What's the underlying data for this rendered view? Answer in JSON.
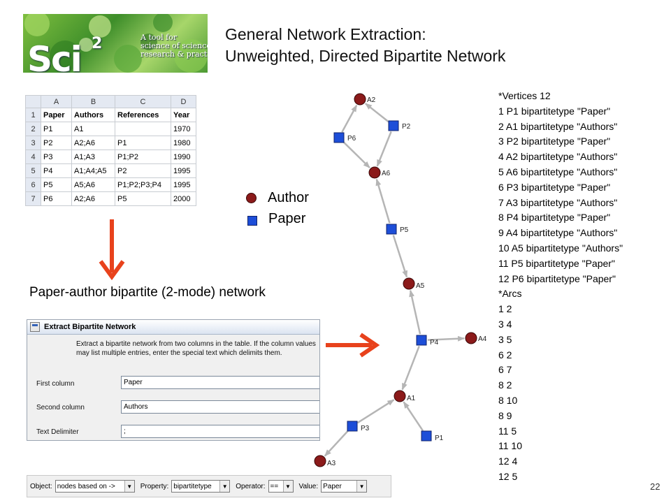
{
  "logo": {
    "word": "Sci",
    "superscript": "2",
    "tagline": [
      "A tool for",
      "science of science",
      "research & practice"
    ]
  },
  "title": {
    "line1": "General Network Extraction:",
    "line2": "Unweighted, Directed Bipartite Network"
  },
  "spreadsheet": {
    "columns": [
      "A",
      "B",
      "C",
      "D"
    ],
    "rows": [
      [
        "1",
        "Paper",
        "Authors",
        "References",
        "Year"
      ],
      [
        "2",
        "P1",
        "A1",
        "",
        "1970"
      ],
      [
        "3",
        "P2",
        "A2;A6",
        "P1",
        "1980"
      ],
      [
        "4",
        "P3",
        "A1;A3",
        "P1;P2",
        "1990"
      ],
      [
        "5",
        "P4",
        "A1;A4;A5",
        "P2",
        "1995"
      ],
      [
        "6",
        "P5",
        "A5;A6",
        "P1;P2;P3;P4",
        "1995"
      ],
      [
        "7",
        "P6",
        "A2;A6",
        "P5",
        "2000"
      ]
    ]
  },
  "legend": {
    "author": "Author",
    "paper": "Paper",
    "author_color": "#8b1a1a",
    "paper_color": "#1d4ed8"
  },
  "bipartite_label": "Paper-author bipartite (2-mode) network",
  "dialog": {
    "title": "Extract Bipartite Network",
    "description": "Extract a bipartite network from two columns in the table.  If the column values may list multiple entries, enter the special text which delimits them.",
    "first_column_label": "First column",
    "first_column_value": "Paper",
    "second_column_label": "Second column",
    "second_column_value": "Authors",
    "delimiter_label": "Text Delimiter",
    "delimiter_value": ";"
  },
  "filter_bar": {
    "object_label": "Object:",
    "object_value": "nodes based on ->",
    "property_label": "Property:",
    "property_value": "bipartitetype",
    "operator_label": "Operator:",
    "operator_value": "==",
    "value_label": "Value:",
    "value_value": "Paper"
  },
  "network": {
    "nodes": [
      {
        "id": "A2",
        "type": "author"
      },
      {
        "id": "P6",
        "type": "paper"
      },
      {
        "id": "P2",
        "type": "paper"
      },
      {
        "id": "A6",
        "type": "author"
      },
      {
        "id": "P5",
        "type": "paper"
      },
      {
        "id": "A5",
        "type": "author"
      },
      {
        "id": "P4",
        "type": "paper"
      },
      {
        "id": "A4",
        "type": "author"
      },
      {
        "id": "A1",
        "type": "author"
      },
      {
        "id": "P3",
        "type": "paper"
      },
      {
        "id": "P1",
        "type": "paper"
      },
      {
        "id": "A3",
        "type": "author"
      }
    ],
    "edges": [
      [
        "P6",
        "A2"
      ],
      [
        "P2",
        "A2"
      ],
      [
        "P6",
        "A6"
      ],
      [
        "P2",
        "A6"
      ],
      [
        "P5",
        "A6"
      ],
      [
        "P5",
        "A5"
      ],
      [
        "P4",
        "A5"
      ],
      [
        "P4",
        "A4"
      ],
      [
        "P4",
        "A1"
      ],
      [
        "P3",
        "A1"
      ],
      [
        "P1",
        "A1"
      ],
      [
        "P3",
        "A3"
      ]
    ]
  },
  "pajek_lines": [
    "*Vertices 12",
    "1 P1 bipartitetype \"Paper\"",
    "2 A1 bipartitetype \"Authors\"",
    "3 P2 bipartitetype \"Paper\"",
    "4 A2 bipartitetype \"Authors\"",
    "5 A6 bipartitetype \"Authors\"",
    "6 P3 bipartitetype \"Paper\"",
    "7 A3 bipartitetype \"Authors\"",
    "8 P4 bipartitetype \"Paper\"",
    "9 A4 bipartitetype \"Authors\"",
    "10 A5 bipartitetype \"Authors\"",
    "11 P5 bipartitetype \"Paper\"",
    "12 P6 bipartitetype \"Paper\"",
    "*Arcs",
    "1 2",
    "3 4",
    "3 5",
    "6 2",
    "6 7",
    "8 2",
    "8 10",
    "8 9",
    "11 5",
    "11 10",
    "12 4",
    "12 5"
  ],
  "page_number": "22",
  "arrow_color": "#e8421c"
}
